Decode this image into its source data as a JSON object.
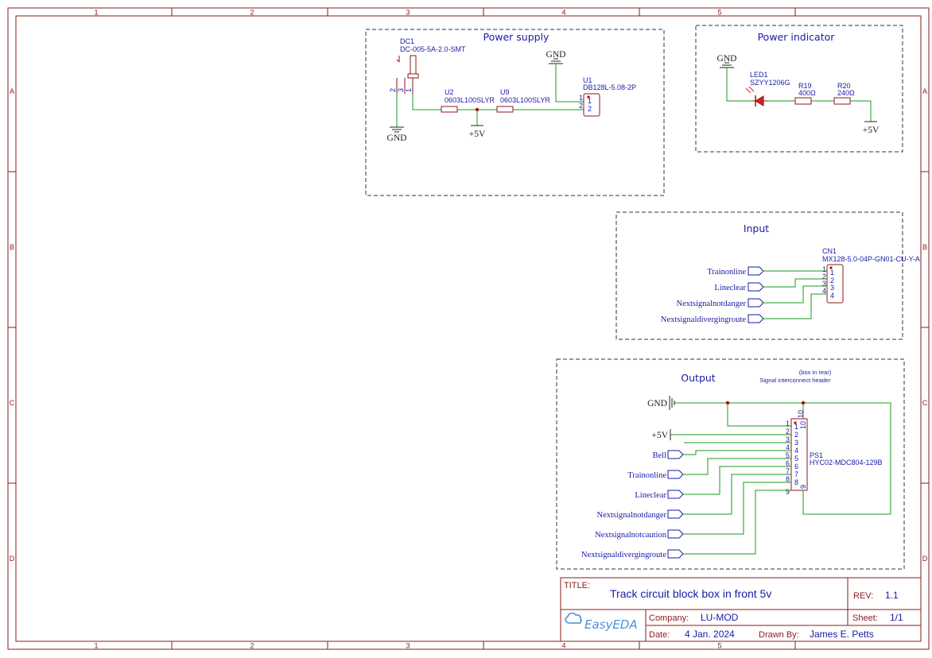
{
  "sheet": {
    "col_markers": [
      "1",
      "2",
      "3",
      "4",
      "5"
    ],
    "row_markers": [
      "A",
      "B",
      "C",
      "D"
    ]
  },
  "blocks": {
    "power_supply": "Power supply",
    "power_indicator": "Power indicator",
    "input": "Input",
    "output": "Output"
  },
  "components": {
    "dc1": {
      "ref": "DC1",
      "value": "DC-005-5A-2.0-SMT",
      "pins": [
        "2",
        "3",
        "1"
      ]
    },
    "u2": {
      "ref": "U2",
      "value": "0603L100SLYR"
    },
    "u9": {
      "ref": "U9",
      "value": "0603L100SLYR"
    },
    "u1": {
      "ref": "U1",
      "value": "DB128L-5.08-2P",
      "pins": [
        "1",
        "2"
      ],
      "pin_labels": [
        "1",
        "2"
      ]
    },
    "led1": {
      "ref": "LED1",
      "value": "SZYY1206G"
    },
    "r19": {
      "ref": "R19",
      "value": "400Ω"
    },
    "r20": {
      "ref": "R20",
      "value": "240Ω"
    },
    "cn1": {
      "ref": "CN1",
      "value": "MX128-5.0-04P-GN01-CU-Y-A",
      "pins": [
        "1",
        "2",
        "3",
        "4"
      ],
      "pin_labels": [
        "1",
        "2",
        "3",
        "4"
      ]
    },
    "ps1": {
      "ref": "PS1",
      "value": "HYC02-MDC804-129B",
      "pins": [
        "1",
        "2",
        "3",
        "4",
        "5",
        "6",
        "7",
        "8",
        "9"
      ],
      "pin10": "10",
      "pin9": "9"
    }
  },
  "power": {
    "gnd": "GND",
    "vcc": "+5V"
  },
  "input_nets": [
    "Trainonline",
    "Lineclear",
    "Nextsignalnotdanger",
    "Nextsignaldivergingroute"
  ],
  "output_nets": [
    "Bell",
    "Trainonline",
    "Lineclear",
    "Nextsignalnotdanger",
    "Nextsignalnotcaution",
    "Nextsignaldivergingroute"
  ],
  "notes": {
    "line1": "(box in rear)",
    "line2": "Signal interconnect header"
  },
  "title_block": {
    "title_label": "TITLE:",
    "title": "Track circuit block box in front 5v",
    "rev_label": "REV:",
    "rev": "1.1",
    "company_label": "Company:",
    "company": "LU-MOD",
    "sheet_label": "Sheet:",
    "sheet": "1/1",
    "date_label": "Date:",
    "date": "4 Jan. 2024",
    "drawn_label": "Drawn By:",
    "drawn": "James E. Petts",
    "logo": "EasyEDA"
  },
  "colors": {
    "frame": "#8b1a1a",
    "wire": "#1a9a1a",
    "text": "#1a1aa8",
    "junction": "#b00000"
  }
}
